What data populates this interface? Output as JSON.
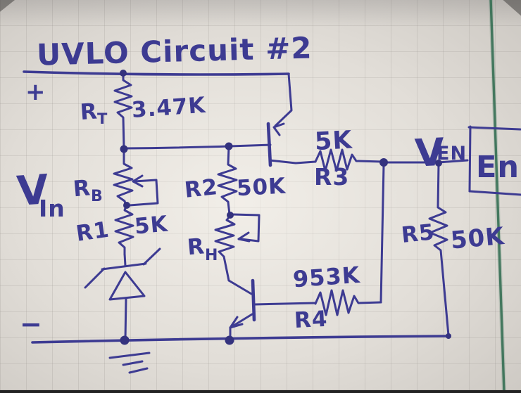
{
  "title": "UVLO Circuit #2",
  "rails": {
    "positive_label": "+",
    "negative_label": "−"
  },
  "nets": {
    "vin": {
      "main": "V",
      "sub": "In"
    },
    "ven": {
      "main": "V",
      "sub": "EN"
    },
    "enable_pin_label": "En"
  },
  "components": {
    "rt": {
      "ref_main": "R",
      "ref_sub": "T",
      "value": "3.47K"
    },
    "rb": {
      "ref_main": "R",
      "ref_sub": "B",
      "type": "potentiometer"
    },
    "r1": {
      "ref": "R1",
      "value": "5K"
    },
    "r2": {
      "ref": "R2",
      "value": "50K"
    },
    "rh": {
      "ref_main": "R",
      "ref_sub": "H",
      "type": "potentiometer"
    },
    "r3": {
      "ref": "R3",
      "value": "5K"
    },
    "r4": {
      "ref": "R4",
      "value": "953K"
    },
    "r5": {
      "ref": "R5",
      "value": "50K"
    },
    "zener_diode": {
      "type": "zener"
    },
    "q1": {
      "type": "pnp-transistor"
    },
    "q2": {
      "type": "npn-transistor"
    }
  },
  "colors": {
    "ink": "#3d3b92",
    "paper": "#e2ded8",
    "grid": "#c9c5bf",
    "margin_line": "#2f6b4f"
  }
}
